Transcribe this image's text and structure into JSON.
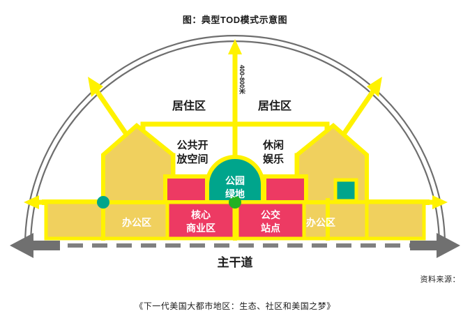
{
  "figure": {
    "title": "图：典型TOD模式示意图",
    "source_label": "资料来源：",
    "source_book": "《下一代美国大都市地区：生态、社区和美国之梦》"
  },
  "colors": {
    "yellow_road": "#FFF200",
    "block_tan": "#F0D05E",
    "block_pink": "#ED3A63",
    "park_teal": "#00A58C",
    "node_green": "#22B123",
    "node_teal": "#00A58C",
    "arc_gray": "#6E6E6E",
    "road_gray": "#808080",
    "text_dark": "#1A1A1A",
    "text_white": "#FFFFFF"
  },
  "labels": {
    "radius": "400-800米",
    "residential_left": "居住区",
    "residential_right": "居住区",
    "public_open_space": "公共开\n放空间",
    "public_open_space_line1": "公共开",
    "public_open_space_line2": "放空间",
    "leisure_line1": "休闲",
    "leisure_line2": "娱乐",
    "park_line1": "公园",
    "park_line2": "绿地",
    "core_commercial_line1": "核心",
    "core_commercial_line2": "商业区",
    "transit_stop_line1": "公交",
    "transit_stop_line2": "站点",
    "office_left": "办公区",
    "office_right": "办公区",
    "main_road": "主干道"
  },
  "elements": {
    "arc_name": "walkable-radius-arc",
    "up_arrow": "radius-arrow-up",
    "left_arrow": "radius-arrow-left",
    "right_arrow": "radius-arrow-right",
    "diag_arrow_upleft": "radius-arrow-up-left",
    "diag_arrow_upright": "radius-arrow-up-right",
    "road_arrow_left": "arterial-arrow-left",
    "road_arrow_right": "arterial-arrow-right",
    "transit_node_center": "transit-node-center",
    "transit_node_west": "transit-node-west",
    "teal_building_east": "civic-building-east"
  }
}
